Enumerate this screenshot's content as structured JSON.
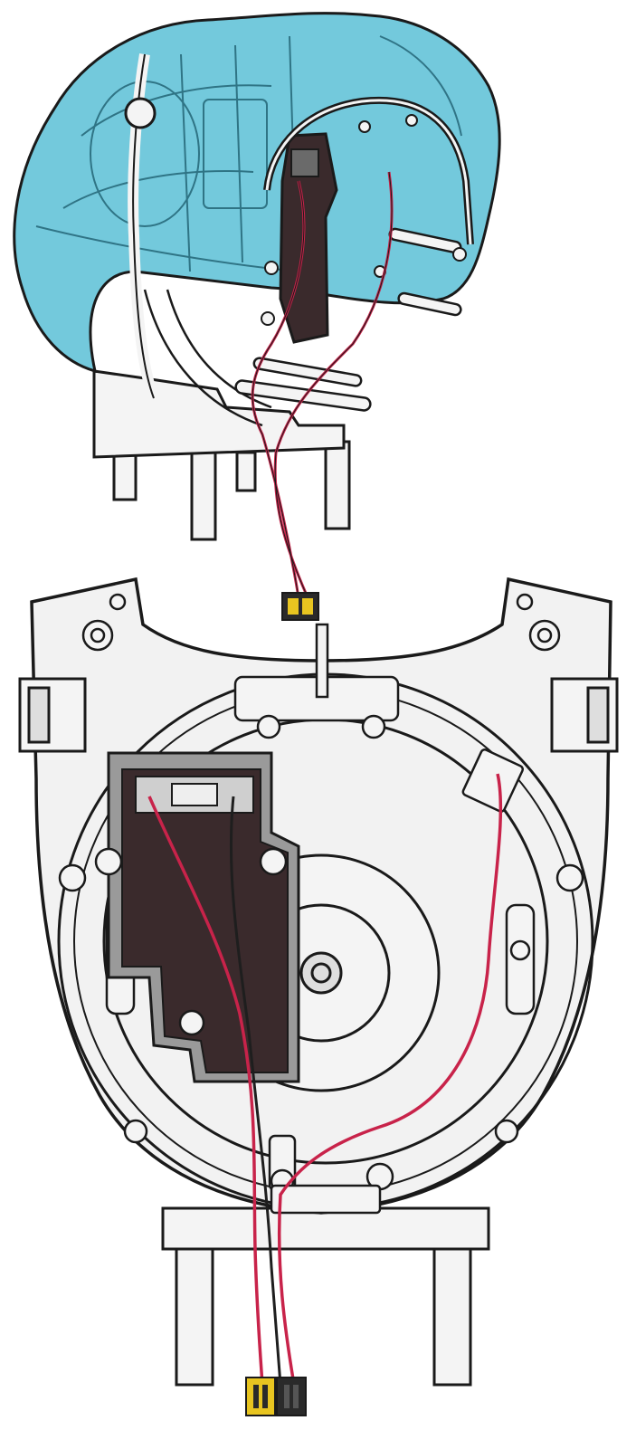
{
  "diagram": {
    "colors": {
      "housing_blue": "#5bbfd6",
      "housing_blue_light": "#9fdcea",
      "outline": "#1a1a1a",
      "base_fill": "#f2f2f2",
      "base_fill_dark": "#dedede",
      "module_dark": "#3a2a2c",
      "module_frame": "#9a9a9a",
      "wire_red": "#c8234a",
      "wire_black": "#1e1e1e",
      "connector_yellow": "#e8c520",
      "connector_black": "#2a2a2a"
    },
    "parts": {
      "upper": "blue-translucent-housing-with-switch",
      "lower": "base-plate-with-control-module",
      "connector_top": "wire-connector",
      "connector_bottom": "wire-connector-pair"
    }
  }
}
